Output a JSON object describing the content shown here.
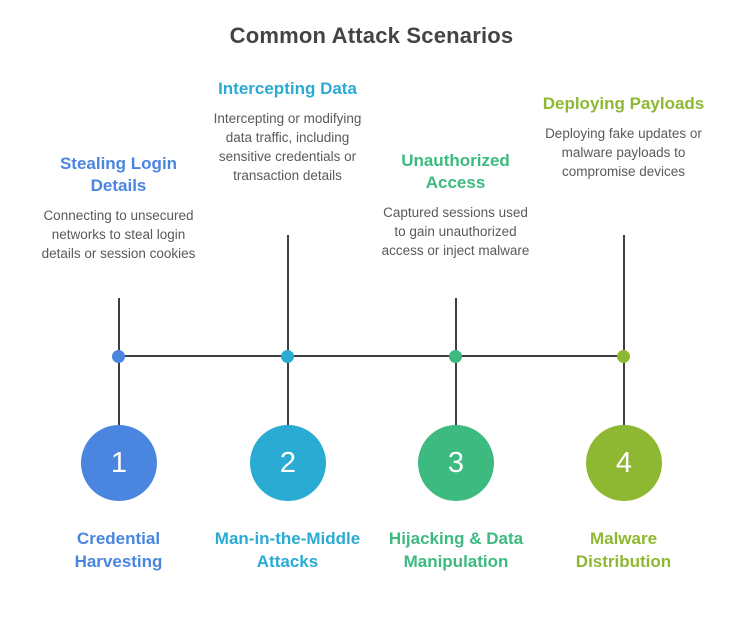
{
  "title": "Common Attack Scenarios",
  "colors": {
    "blue": "#4a86e0",
    "cyan": "#29abd4",
    "green": "#3cba7f",
    "olive": "#8eb832",
    "line": "#3f3f3f",
    "title_text": "#444444",
    "body_text": "#5a5a5a"
  },
  "columns": [
    {
      "number": "1",
      "heading": "Stealing Login Details",
      "description": "Connecting to unsecured networks to steal login details or session cookies",
      "label": "Credential Harvesting",
      "color": "#4a86e0"
    },
    {
      "number": "2",
      "heading": "Intercepting Data",
      "description": "Intercepting or modifying data traffic, including sensitive credentials or transaction details",
      "label": "Man-in-the-Middle Attacks",
      "color": "#29abd4"
    },
    {
      "number": "3",
      "heading": "Unauthorized Access",
      "description": "Captured sessions used to gain unauthorized access or inject malware",
      "label": "Hijacking & Data Manipulation",
      "color": "#3cba7f"
    },
    {
      "number": "4",
      "heading": "Deploying Payloads",
      "description": "Deploying fake updates or malware payloads to compromise devices",
      "label": "Malware Distribution",
      "color": "#8eb832"
    }
  ]
}
